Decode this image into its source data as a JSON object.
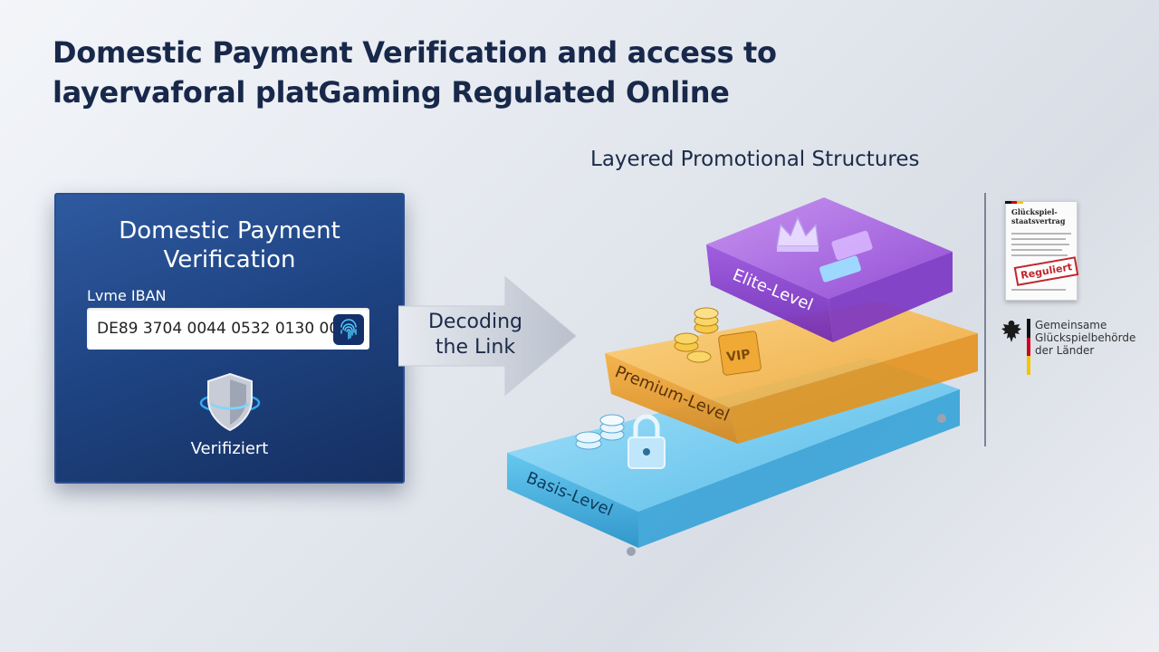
{
  "title": {
    "line1": "Domestic Payment Verification and access to",
    "line2": "layervaforal platGaming Regulated Online"
  },
  "section_title": "Layered Promotional Structures",
  "payment_card": {
    "title_line1": "Domestic Payment",
    "title_line2": "Verification",
    "iban_label": "Lvme IBAN",
    "iban_value": "DE89 3704 0044 0532 0130 00",
    "status": "Verifiziert"
  },
  "arrow": {
    "line1": "Decoding",
    "line2": "the Link"
  },
  "tiers": [
    {
      "label": "Basis-Level",
      "color": "#3cb4e6",
      "icons": [
        "chips-icon",
        "padlock-icon"
      ]
    },
    {
      "label": "Premium-Level",
      "color": "#f0a22a",
      "icons": [
        "coins-icon",
        "vip-card-icon"
      ],
      "badge": "VIP"
    },
    {
      "label": "Elite-Level",
      "color": "#8b3fd3",
      "icons": [
        "crown-icon",
        "ticket-icon"
      ]
    }
  ],
  "regulation": {
    "document_title": "Glückspiel-staatsvertrag",
    "stamp": "Reguliert",
    "authority_line1": "Gemeinsame",
    "authority_line2": "Glückspielbehörde",
    "authority_line3": "der Länder"
  },
  "colors": {
    "card_bg": "#1f4584",
    "title_text": "#18284a",
    "basis": "#3cb4e6",
    "premium": "#f0a22a",
    "elite": "#8b3fd3",
    "stamp": "#c0262d"
  }
}
